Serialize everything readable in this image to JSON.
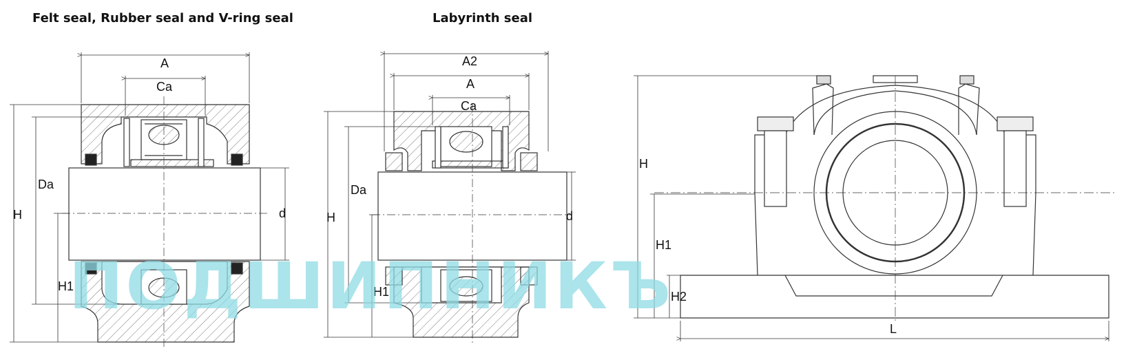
{
  "titles": {
    "left": "Felt seal, Rubber seal and V-ring seal",
    "middle": "Labyrinth seal"
  },
  "left_view": {
    "A": "A",
    "Ca": "Ca",
    "Da": "Da",
    "H": "H",
    "d": "d",
    "H1": "H1"
  },
  "middle_view": {
    "A2": "A2",
    "A": "A",
    "Ca": "Ca",
    "Da": "Da",
    "H": "H",
    "d": "d",
    "H1": "H1"
  },
  "right_view": {
    "H": "H",
    "H1": "H1",
    "H2": "H2",
    "L": "L"
  },
  "watermark": "ПОДШИПНИКЪ",
  "colors": {
    "line": "#333333",
    "watermark": "#8fdbe5"
  }
}
